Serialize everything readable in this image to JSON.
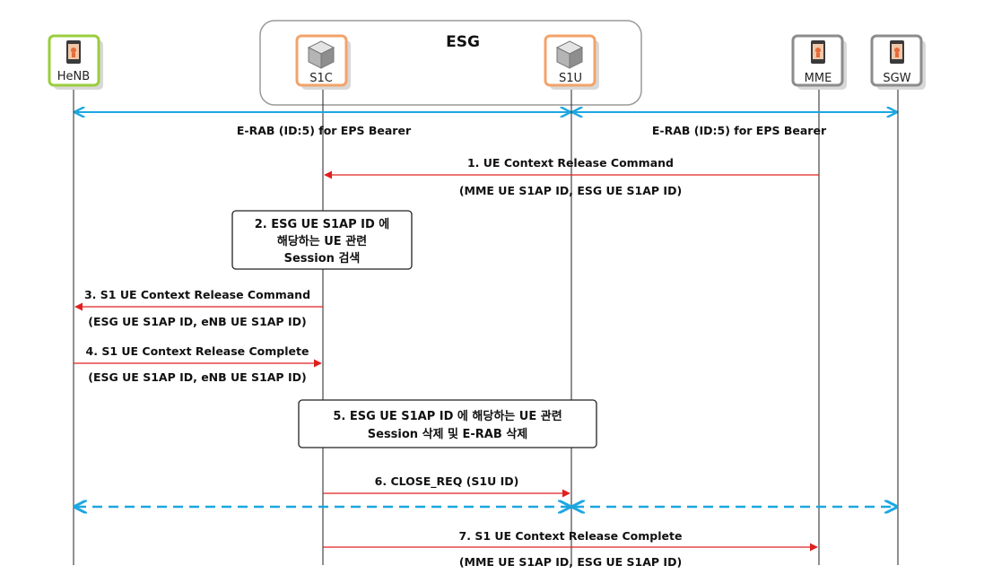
{
  "group": {
    "title": "ESG"
  },
  "nodes": {
    "henb": {
      "label": "HeNB",
      "color": "#9acd3c"
    },
    "s1c": {
      "label": "S1C",
      "color": "#f2a36a"
    },
    "s1u": {
      "label": "S1U",
      "color": "#f2a36a"
    },
    "mme": {
      "label": "MME",
      "color": "#8c8c8c"
    },
    "sgw": {
      "label": "SGW",
      "color": "#8c8c8c"
    }
  },
  "colors": {
    "bearer": "#1ca7e0",
    "message": "#e02020",
    "lifeline": "#222222"
  },
  "bearers": {
    "left_label": "E-RAB (ID:5) for EPS Bearer",
    "right_label": "E-RAB (ID:5) for EPS Bearer"
  },
  "messages": {
    "m1": {
      "label": "1. UE Context Release Command",
      "params": "(MME UE S1AP ID, ESG UE S1AP ID)"
    },
    "m3": {
      "label": "3. S1 UE Context Release Command",
      "params": "(ESG UE S1AP ID, eNB UE S1AP ID)"
    },
    "m4": {
      "label": "4. S1 UE Context Release Complete",
      "params": "(ESG UE S1AP ID, eNB UE S1AP ID)"
    },
    "m6": {
      "label": "6. CLOSE_REQ (S1U ID)"
    },
    "m7": {
      "label": "7. S1 UE Context Release Complete",
      "params": "(MME UE S1AP ID, ESG UE S1AP ID)"
    }
  },
  "notes": {
    "n2": {
      "line1": "2. ESG UE S1AP ID 에",
      "line2": "해당하는 UE 관련",
      "line3": "Session 검색"
    },
    "n5": {
      "line1": "5. ESG UE S1AP ID 에 해당하는 UE 관련",
      "line2": "Session 삭제 및 E-RAB 삭제"
    }
  }
}
